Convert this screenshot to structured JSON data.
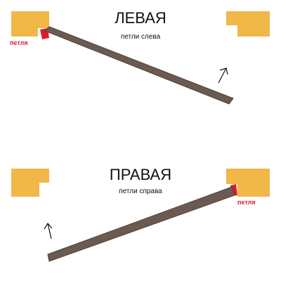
{
  "colors": {
    "frame": "#F2B749",
    "door": "#6B5A50",
    "door_edge": "#4F4038",
    "hinge": "#E01B24",
    "text": "#111111",
    "hinge_label": "#E01B24"
  },
  "left_section": {
    "title": "ЛЕВАЯ",
    "subtitle": "петли слева",
    "hinge_label": "петля"
  },
  "right_section": {
    "title": "ПРАВАЯ",
    "subtitle": "петли справа",
    "hinge_label": "петля"
  }
}
